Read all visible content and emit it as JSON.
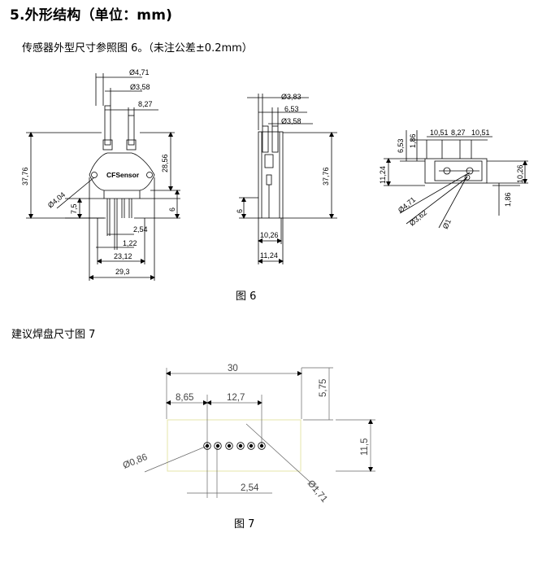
{
  "section_title": "5.外形结构（单位：mm)",
  "intro_text": "传感器外型尺寸参照图 6。（未注公差±0.2mm）",
  "figure6": {
    "caption": "图 6",
    "brand": "CFSensor",
    "front": {
      "d_outer": "Ø4,71",
      "d_inner": "Ø3,58",
      "tube_span": "8,27",
      "height": "37,76",
      "body_h": "28,56",
      "hole_d": "Ø4,04",
      "pin_len": "7,5",
      "pin_h": "6",
      "pitch": "2,54",
      "pin_w": "1,22",
      "span": "23,12",
      "width": "29,3"
    },
    "side": {
      "d_outer": "Ø3,83",
      "gap": "6,53",
      "d_inner": "Ø3,58",
      "height": "37,76",
      "pin_h": "6",
      "depth": "10,26",
      "total": "11,24"
    },
    "top": {
      "h1": "6,53",
      "h2": "1,86",
      "w1": "10,51",
      "w2": "8,27",
      "w3": "10,51",
      "height": "11,24",
      "depth": "10,26",
      "offset": "1,86",
      "d_outer": "Ø4,71",
      "d_mid": "Ø3,62",
      "d_pin": "Ø1"
    }
  },
  "figure7": {
    "heading": "建议焊盘尺寸图 7",
    "caption": "图 7",
    "width": "30",
    "top_offset": "5,75",
    "left_offset": "8,65",
    "pin_span": "12,7",
    "height": "11,5",
    "pad_d": "Ø0,86",
    "hole_d": "Ø1,71",
    "pitch": "2,54"
  }
}
